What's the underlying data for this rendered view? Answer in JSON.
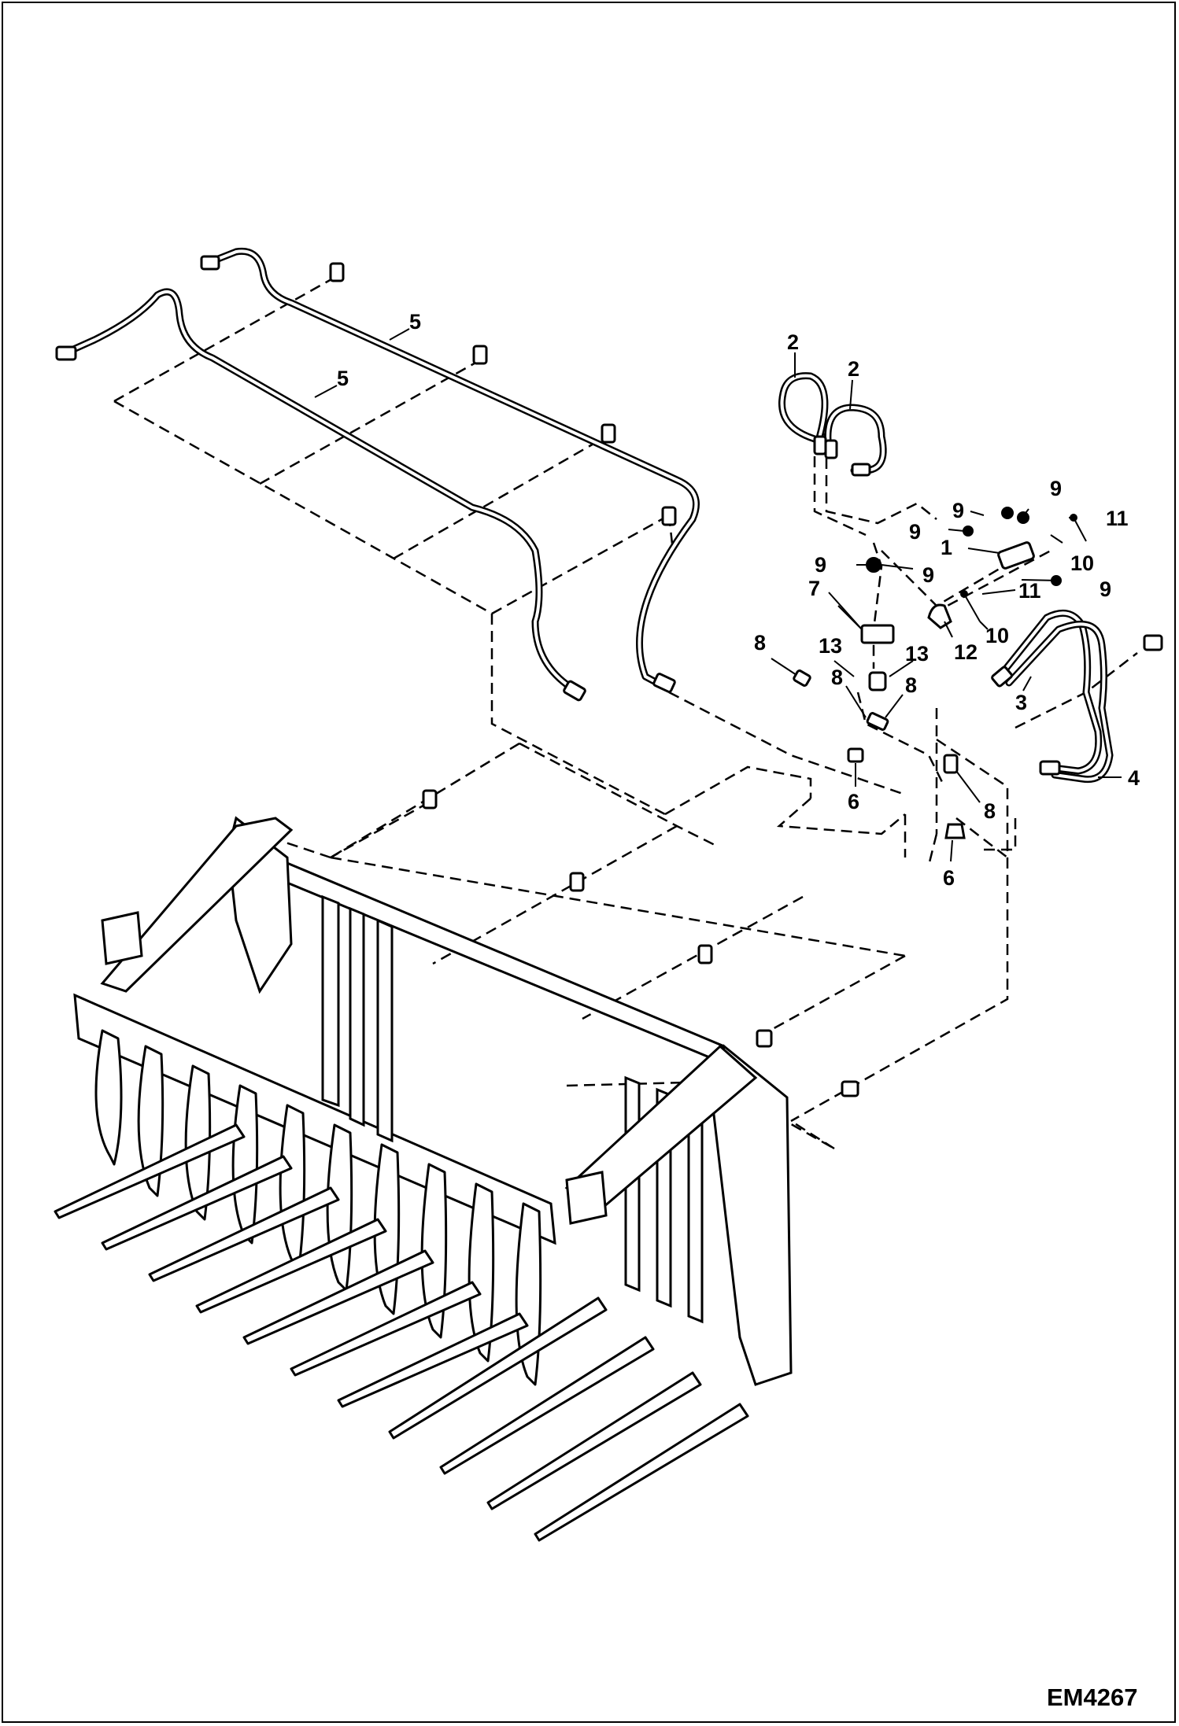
{
  "drawing_code": "EM4267",
  "callouts": [
    {
      "id": "c5a",
      "text": "5"
    },
    {
      "id": "c5b",
      "text": "5"
    },
    {
      "id": "c2a",
      "text": "2"
    },
    {
      "id": "c2b",
      "text": "2"
    },
    {
      "id": "c9a",
      "text": "9"
    },
    {
      "id": "c9b",
      "text": "9"
    },
    {
      "id": "c9c",
      "text": "9"
    },
    {
      "id": "c11a",
      "text": "11"
    },
    {
      "id": "c1",
      "text": "1"
    },
    {
      "id": "c10a",
      "text": "10"
    },
    {
      "id": "c9d",
      "text": "9"
    },
    {
      "id": "c9e",
      "text": "9"
    },
    {
      "id": "c9f",
      "text": "9"
    },
    {
      "id": "c7",
      "text": "7"
    },
    {
      "id": "c11b",
      "text": "11"
    },
    {
      "id": "c10b",
      "text": "10"
    },
    {
      "id": "c12",
      "text": "12"
    },
    {
      "id": "c8a",
      "text": "8"
    },
    {
      "id": "c13a",
      "text": "13"
    },
    {
      "id": "c13b",
      "text": "13"
    },
    {
      "id": "c8b",
      "text": "8"
    },
    {
      "id": "c8c",
      "text": "8"
    },
    {
      "id": "c3",
      "text": "3"
    },
    {
      "id": "c4",
      "text": "4"
    },
    {
      "id": "c6a",
      "text": "6"
    },
    {
      "id": "c8d",
      "text": "8"
    },
    {
      "id": "c6b",
      "text": "6"
    }
  ]
}
